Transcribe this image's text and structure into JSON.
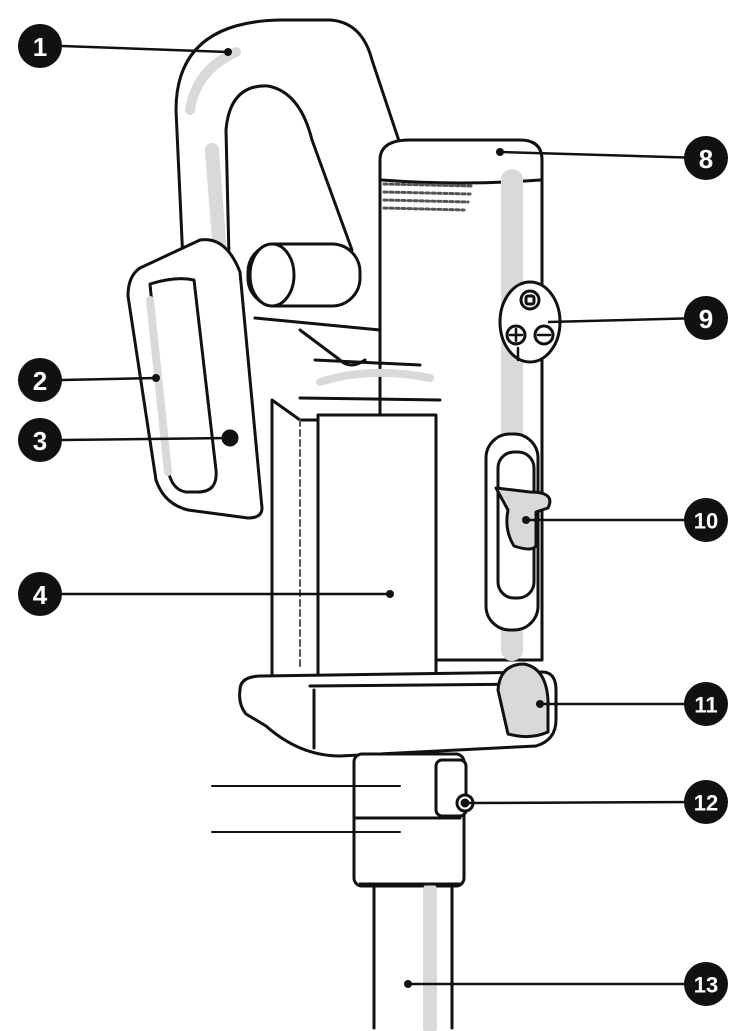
{
  "figure": {
    "subject": "stick vacuum handheld unit",
    "colors": {
      "ink": "#111111",
      "body": "#ffffff",
      "shade": "#d9d9d9",
      "callout_fill": "#111111",
      "callout_text": "#ffffff"
    }
  },
  "callouts": [
    {
      "id": "c1",
      "label": "1"
    },
    {
      "id": "c2",
      "label": "2"
    },
    {
      "id": "c3",
      "label": "3"
    },
    {
      "id": "c4",
      "label": "4"
    },
    {
      "id": "c8",
      "label": "8"
    },
    {
      "id": "c9",
      "label": "9"
    },
    {
      "id": "c10",
      "label": "10"
    },
    {
      "id": "c11",
      "label": "11"
    },
    {
      "id": "c12",
      "label": "12"
    },
    {
      "id": "c13",
      "label": "13"
    }
  ]
}
